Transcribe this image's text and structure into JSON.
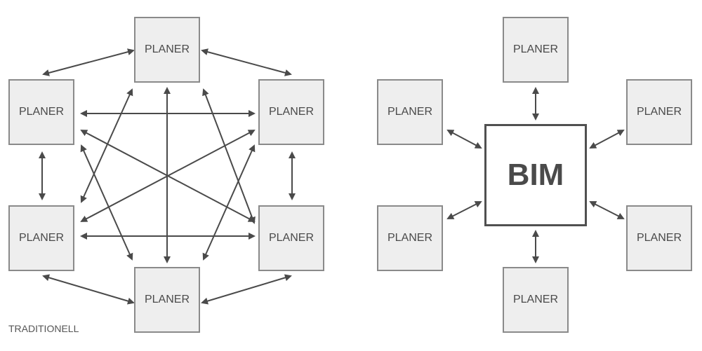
{
  "traditional": {
    "caption": "TRADITIONELL",
    "nodes": [
      {
        "label": "PLANER"
      },
      {
        "label": "PLANER"
      },
      {
        "label": "PLANER"
      },
      {
        "label": "PLANER"
      },
      {
        "label": "PLANER"
      },
      {
        "label": "PLANER"
      }
    ]
  },
  "bim": {
    "hub_label": "BIM",
    "nodes": [
      {
        "label": "PLANER"
      },
      {
        "label": "PLANER"
      },
      {
        "label": "PLANER"
      },
      {
        "label": "PLANER"
      },
      {
        "label": "PLANER"
      },
      {
        "label": "PLANER"
      }
    ]
  },
  "colors": {
    "node_fill": "#eeeeee",
    "node_border": "#8a8a8a",
    "arrow": "#4a4a4a",
    "hub_border": "#505050",
    "text": "#4a4a4a"
  }
}
